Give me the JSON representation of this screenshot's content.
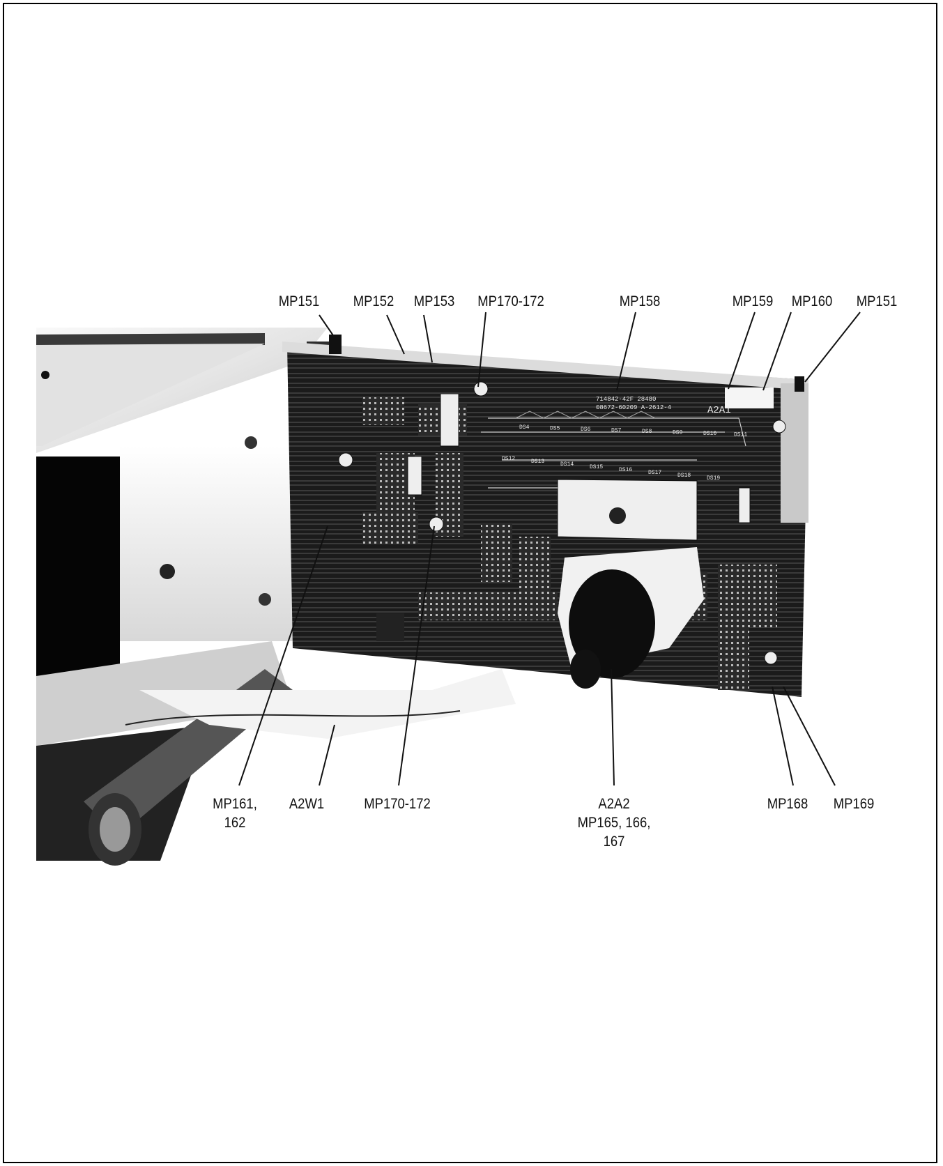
{
  "figure": {
    "callouts": {
      "mp151_left": "MP151",
      "mp152": "MP152",
      "mp153": "MP153",
      "mp170_172_top": "MP170-172",
      "mp158": "MP158",
      "mp159": "MP159",
      "mp160": "MP160",
      "mp151_right": "MP151",
      "mp161_162_line1": "MP161,",
      "mp161_162_line2": "162",
      "a2w1": "A2W1",
      "mp170_172_bottom": "MP170-172",
      "a2a2_line1": "A2A2",
      "a2a2_line2": "MP165, 166,",
      "a2a2_line3": "167",
      "mp168": "MP168",
      "mp169": "MP169"
    },
    "board_markings": {
      "pcb_id": "A2A1",
      "part_line1": "714842-42F 28480",
      "part_line2": "08672-60209 A-2612-4",
      "ds_labels": [
        "DS4",
        "DS5",
        "DS6",
        "DS7",
        "DS8",
        "DS9",
        "DS10",
        "DS11",
        "DS12",
        "DS13",
        "DS14",
        "DS15",
        "DS16",
        "DS17",
        "DS18",
        "DS19"
      ]
    },
    "colors": {
      "ink": "#111111",
      "board": "#1e1e1e",
      "chassis": "#e6e6e6"
    }
  }
}
